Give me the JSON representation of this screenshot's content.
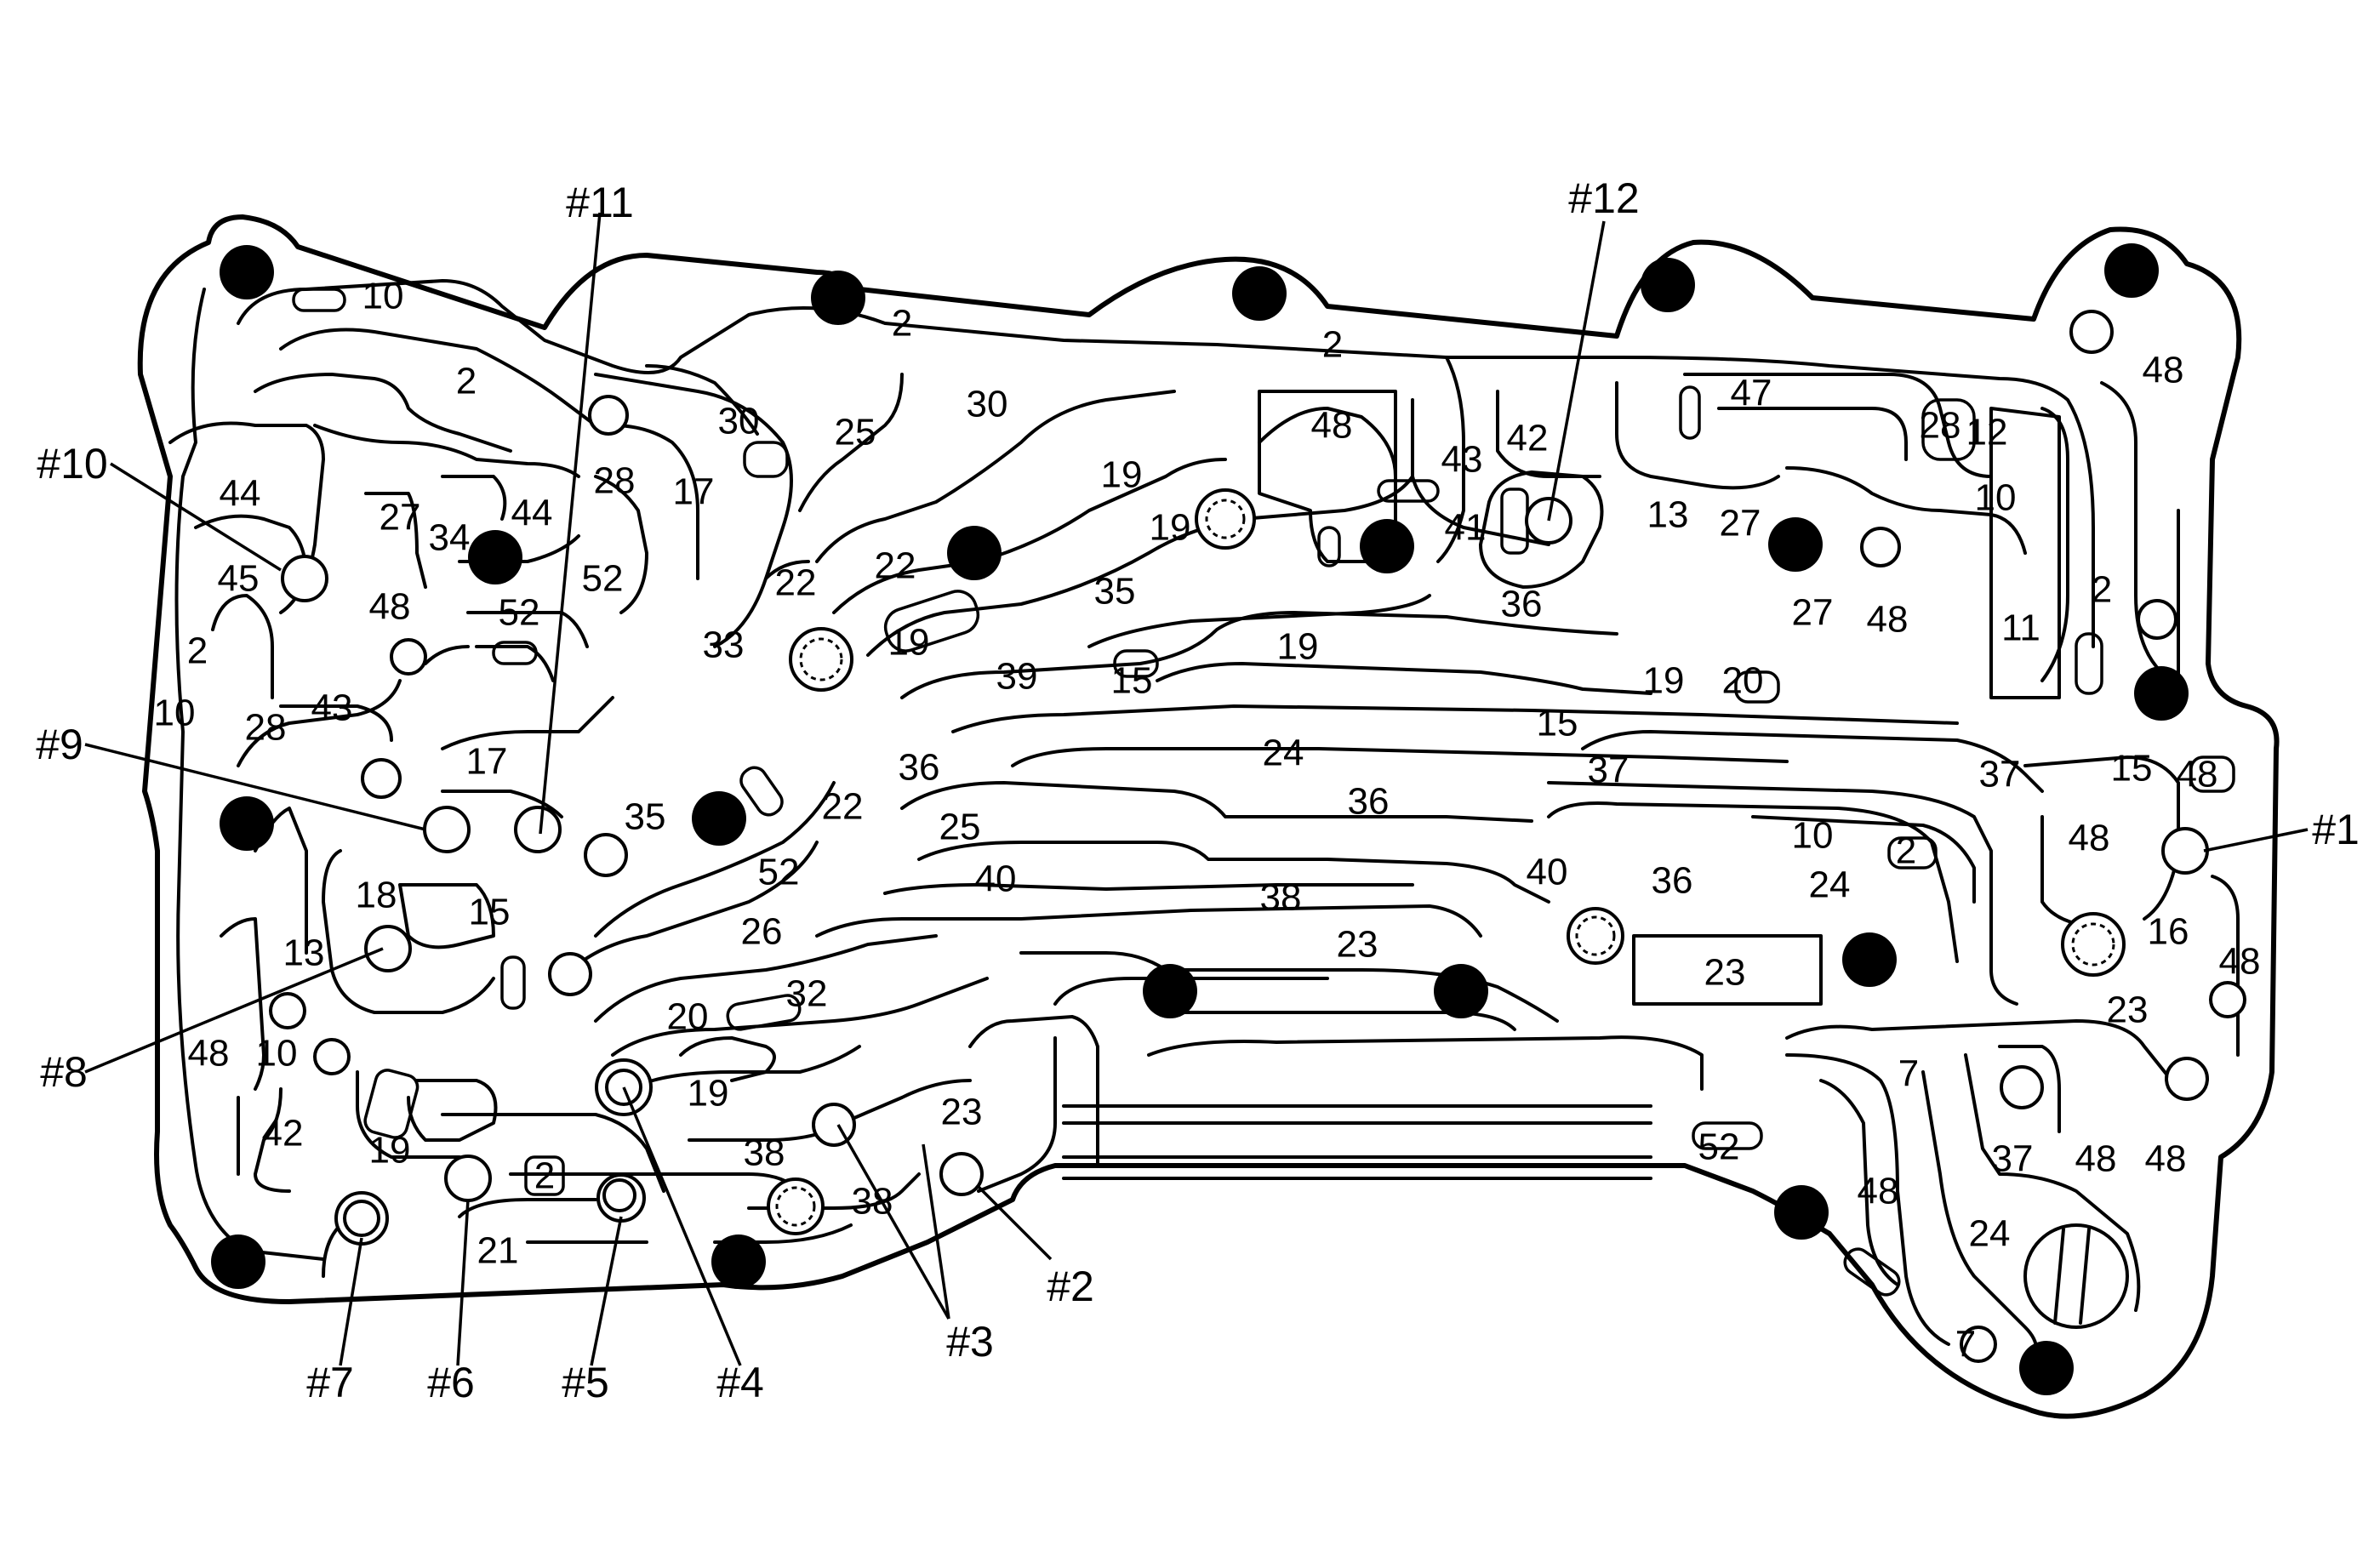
{
  "passage_labels": [
    {
      "id": "p1",
      "text": "10"
    },
    {
      "id": "p2",
      "text": "2"
    },
    {
      "id": "p3",
      "text": "2"
    },
    {
      "id": "p4",
      "text": "2"
    },
    {
      "id": "p5",
      "text": "48"
    },
    {
      "id": "p6",
      "text": "30"
    },
    {
      "id": "p7",
      "text": "30"
    },
    {
      "id": "p8",
      "text": "25"
    },
    {
      "id": "p9",
      "text": "48"
    },
    {
      "id": "p10",
      "text": "43"
    },
    {
      "id": "p11",
      "text": "42"
    },
    {
      "id": "p12",
      "text": "47"
    },
    {
      "id": "p13",
      "text": "28"
    },
    {
      "id": "p14",
      "text": "12"
    },
    {
      "id": "p15",
      "text": "44"
    },
    {
      "id": "p16",
      "text": "28"
    },
    {
      "id": "p17",
      "text": "17"
    },
    {
      "id": "p18",
      "text": "27"
    },
    {
      "id": "p19",
      "text": "34"
    },
    {
      "id": "p20",
      "text": "44"
    },
    {
      "id": "p21",
      "text": "19"
    },
    {
      "id": "p22",
      "text": "19"
    },
    {
      "id": "p23",
      "text": "41"
    },
    {
      "id": "p24",
      "text": "13"
    },
    {
      "id": "p25",
      "text": "27"
    },
    {
      "id": "p26",
      "text": "10"
    },
    {
      "id": "p27",
      "text": "45"
    },
    {
      "id": "p28",
      "text": "52"
    },
    {
      "id": "p29",
      "text": "22"
    },
    {
      "id": "p30",
      "text": "22"
    },
    {
      "id": "p31",
      "text": "35"
    },
    {
      "id": "p32",
      "text": "36"
    },
    {
      "id": "p33",
      "text": "27"
    },
    {
      "id": "p34",
      "text": "48"
    },
    {
      "id": "p35",
      "text": "11"
    },
    {
      "id": "p36",
      "text": "2"
    },
    {
      "id": "p37",
      "text": "48"
    },
    {
      "id": "p38",
      "text": "52"
    },
    {
      "id": "p39",
      "text": "33"
    },
    {
      "id": "p40",
      "text": "19"
    },
    {
      "id": "p41",
      "text": "19"
    },
    {
      "id": "p42",
      "text": "2"
    },
    {
      "id": "p43",
      "text": "39"
    },
    {
      "id": "p44",
      "text": "15"
    },
    {
      "id": "p45",
      "text": "19"
    },
    {
      "id": "p46",
      "text": "20"
    },
    {
      "id": "p47",
      "text": "10"
    },
    {
      "id": "p48",
      "text": "28"
    },
    {
      "id": "p49",
      "text": "43"
    },
    {
      "id": "p50",
      "text": "15"
    },
    {
      "id": "p51",
      "text": "24"
    },
    {
      "id": "p52",
      "text": "17"
    },
    {
      "id": "p53",
      "text": "36"
    },
    {
      "id": "p54",
      "text": "22"
    },
    {
      "id": "p55",
      "text": "37"
    },
    {
      "id": "p56",
      "text": "37"
    },
    {
      "id": "p57",
      "text": "15"
    },
    {
      "id": "p58",
      "text": "48"
    },
    {
      "id": "p59",
      "text": "35"
    },
    {
      "id": "p60",
      "text": "25"
    },
    {
      "id": "p61",
      "text": "36"
    },
    {
      "id": "p62",
      "text": "10"
    },
    {
      "id": "p63",
      "text": "2"
    },
    {
      "id": "p64",
      "text": "48"
    },
    {
      "id": "p65",
      "text": "18"
    },
    {
      "id": "p66",
      "text": "52"
    },
    {
      "id": "p67",
      "text": "15"
    },
    {
      "id": "p68",
      "text": "40"
    },
    {
      "id": "p69",
      "text": "38"
    },
    {
      "id": "p70",
      "text": "40"
    },
    {
      "id": "p71",
      "text": "36"
    },
    {
      "id": "p72",
      "text": "24"
    },
    {
      "id": "p73",
      "text": "13"
    },
    {
      "id": "p74",
      "text": "26"
    },
    {
      "id": "p75",
      "text": "23"
    },
    {
      "id": "p76",
      "text": "23"
    },
    {
      "id": "p77",
      "text": "16"
    },
    {
      "id": "p78",
      "text": "48"
    },
    {
      "id": "p79",
      "text": "32"
    },
    {
      "id": "p80",
      "text": "20"
    },
    {
      "id": "p81",
      "text": "23"
    },
    {
      "id": "p82",
      "text": "48"
    },
    {
      "id": "p83",
      "text": "10"
    },
    {
      "id": "p84",
      "text": "7"
    },
    {
      "id": "p85",
      "text": "19"
    },
    {
      "id": "p86",
      "text": "42"
    },
    {
      "id": "p87",
      "text": "23"
    },
    {
      "id": "p88",
      "text": "19"
    },
    {
      "id": "p89",
      "text": "38"
    },
    {
      "id": "p90",
      "text": "52"
    },
    {
      "id": "p91",
      "text": "2"
    },
    {
      "id": "p92",
      "text": "38"
    },
    {
      "id": "p93",
      "text": "48"
    },
    {
      "id": "p94",
      "text": "37"
    },
    {
      "id": "p95",
      "text": "48"
    },
    {
      "id": "p96",
      "text": "48"
    },
    {
      "id": "p97",
      "text": "21"
    },
    {
      "id": "p98",
      "text": "24"
    },
    {
      "id": "p99",
      "text": "7"
    }
  ],
  "callouts": [
    {
      "id": "c11",
      "text": "#11"
    },
    {
      "id": "c12",
      "text": "#12"
    },
    {
      "id": "c10",
      "text": "#10"
    },
    {
      "id": "c9",
      "text": "#9"
    },
    {
      "id": "c1",
      "text": "#1"
    },
    {
      "id": "c8",
      "text": "#8"
    },
    {
      "id": "c2",
      "text": "#2"
    },
    {
      "id": "c3",
      "text": "#3"
    },
    {
      "id": "c7",
      "text": "#7"
    },
    {
      "id": "c6",
      "text": "#6"
    },
    {
      "id": "c5",
      "text": "#5"
    },
    {
      "id": "c4",
      "text": "#4"
    }
  ]
}
